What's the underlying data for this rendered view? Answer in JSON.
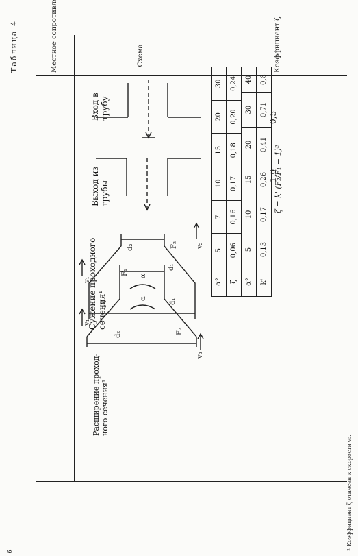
{
  "page_number": "6",
  "table_caption": "Таблица 4",
  "headers": {
    "col1": "Местное сопротивление",
    "col2": "Схема",
    "col3": "Коэффициент ζ"
  },
  "rows": [
    {
      "name": "Вход в трубу",
      "value": "0,5"
    },
    {
      "name": "Выход из трубы",
      "value": "1,0"
    },
    {
      "name_line1": "Сужение проходного",
      "name_line2": "сечения¹"
    },
    {
      "name_line1": "Расширение проход-",
      "name_line2": "ного сечения¹"
    }
  ],
  "contraction_table": {
    "alpha_label": "α°",
    "alpha": [
      "5",
      "7",
      "10",
      "15",
      "20",
      "30"
    ],
    "zeta_label": "ζ",
    "zeta": [
      "0,06",
      "0,16",
      "0,17",
      "0,18",
      "0,20",
      "0,24"
    ]
  },
  "expansion_table": {
    "alpha_label": "α°",
    "alpha": [
      "5",
      "10",
      "15",
      "20",
      "30",
      "40"
    ],
    "k_label": "k'",
    "k": [
      "0,13",
      "0,17",
      "0,26",
      "0,41",
      "0,71",
      "0,8"
    ]
  },
  "formula": "ζ = k' (F₂/F₁ − 1)²",
  "diagram_labels": {
    "v1": "v₁",
    "v2": "v₂",
    "d1": "d₁",
    "d2": "d₂",
    "F1": "F₁",
    "F2": "F₂",
    "alpha": "α"
  },
  "footnote": "¹ Коэффициент ζ отнесен к скорости v₂."
}
